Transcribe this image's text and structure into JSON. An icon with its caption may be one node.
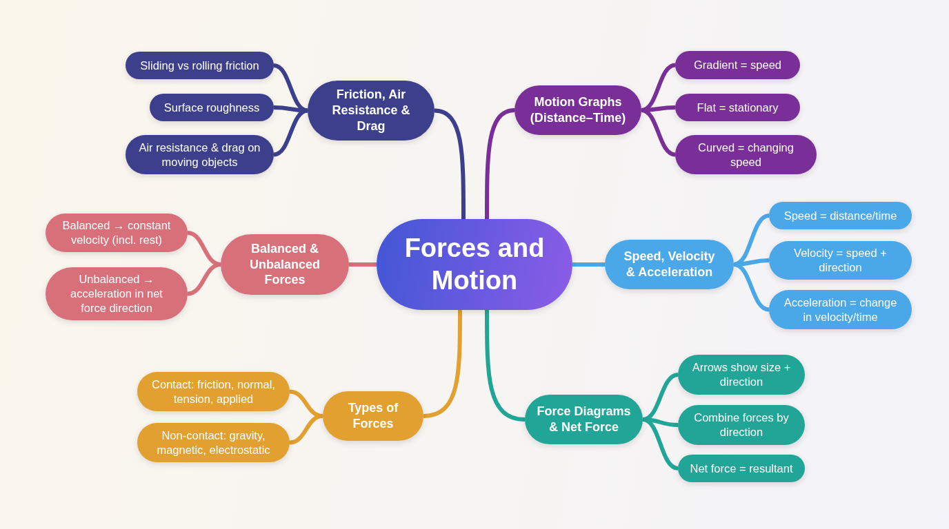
{
  "diagram": {
    "nodes": [
      {
        "text": [
          "Forces and Motion"
        ]
      },
      {
        "text": [
          "Friction, Air Resistance & Drag"
        ]
      },
      {
        "text": [
          "Sliding vs rolling friction"
        ]
      },
      {
        "text": [
          "Surface roughness"
        ]
      },
      {
        "text": [
          "Air resistance & drag on moving objects"
        ]
      },
      {
        "text": [
          "Motion Graphs (Distance–Time)"
        ]
      },
      {
        "text": [
          "Gradient = speed"
        ]
      },
      {
        "text": [
          "Flat = stationary"
        ]
      },
      {
        "text": [
          "Curved = changing speed"
        ]
      },
      {
        "text": [
          "Balanced & Unbalanced Forces"
        ]
      },
      {
        "text": [
          "Balanced → constant velocity (incl. rest)"
        ]
      },
      {
        "text": [
          "Unbalanced → acceleration in net force direction"
        ]
      },
      {
        "text": [
          "Speed, Velocity & Acceleration"
        ]
      },
      {
        "text": [
          "Speed = distance/time"
        ]
      },
      {
        "text": [
          "Velocity = speed + direction"
        ]
      },
      {
        "text": [
          "Acceleration = change in velocity/time"
        ]
      },
      {
        "text": [
          "Types of Forces"
        ]
      },
      {
        "text": [
          "Contact: friction, normal, tension, applied"
        ]
      },
      {
        "text": [
          "Non-contact: gravity, magnetic, electrostatic"
        ]
      },
      {
        "text": [
          "Force Diagrams & Net Force"
        ]
      },
      {
        "text": [
          "Arrows show size + direction"
        ]
      },
      {
        "text": [
          "Combine forces by direction"
        ]
      },
      {
        "text": [
          "Net force = resultant"
        ]
      }
    ],
    "edges": [
      {
        "from": 0,
        "to": 1,
        "arrow": "none",
        "color": "#3b3f8c"
      },
      {
        "from": 1,
        "to": 2,
        "arrow": "none",
        "color": "#3b3f8c"
      },
      {
        "from": 1,
        "to": 3,
        "arrow": "none",
        "color": "#3b3f8c"
      },
      {
        "from": 1,
        "to": 4,
        "arrow": "none",
        "color": "#3b3f8c"
      },
      {
        "from": 0,
        "to": 5,
        "arrow": "none",
        "color": "#7a2e98"
      },
      {
        "from": 5,
        "to": 6,
        "arrow": "none",
        "color": "#7a2e98"
      },
      {
        "from": 5,
        "to": 7,
        "arrow": "none",
        "color": "#7a2e98"
      },
      {
        "from": 5,
        "to": 8,
        "arrow": "none",
        "color": "#7a2e98"
      },
      {
        "from": 0,
        "to": 9,
        "arrow": "none",
        "color": "#d8707a"
      },
      {
        "from": 9,
        "to": 10,
        "arrow": "none",
        "color": "#d8707a"
      },
      {
        "from": 9,
        "to": 11,
        "arrow": "none",
        "color": "#d8707a"
      },
      {
        "from": 0,
        "to": 12,
        "arrow": "none",
        "color": "#4aa7e8"
      },
      {
        "from": 12,
        "to": 13,
        "arrow": "none",
        "color": "#4aa7e8"
      },
      {
        "from": 12,
        "to": 14,
        "arrow": "none",
        "color": "#4aa7e8"
      },
      {
        "from": 12,
        "to": 15,
        "arrow": "none",
        "color": "#4aa7e8"
      },
      {
        "from": 0,
        "to": 16,
        "arrow": "none",
        "color": "#e1a02f"
      },
      {
        "from": 16,
        "to": 17,
        "arrow": "none",
        "color": "#e1a02f"
      },
      {
        "from": 16,
        "to": 18,
        "arrow": "none",
        "color": "#e1a02f"
      },
      {
        "from": 0,
        "to": 19,
        "arrow": "none",
        "color": "#21a596"
      },
      {
        "from": 19,
        "to": 20,
        "arrow": "none",
        "color": "#21a596"
      },
      {
        "from": 19,
        "to": 21,
        "arrow": "none",
        "color": "#21a596"
      },
      {
        "from": 19,
        "to": 22,
        "arrow": "none",
        "color": "#21a596"
      }
    ]
  }
}
